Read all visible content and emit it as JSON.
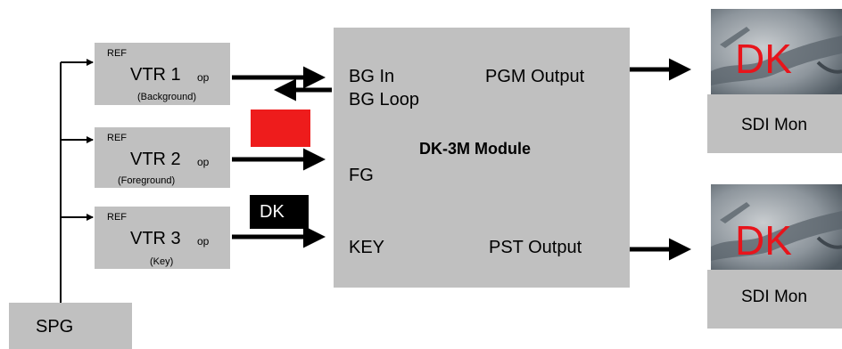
{
  "vtrs": [
    {
      "ref": "REF",
      "name": "VTR 1",
      "op": "op",
      "sub": "(Background)"
    },
    {
      "ref": "REF",
      "name": "VTR 2",
      "op": "op",
      "sub": "(Foreground)"
    },
    {
      "ref": "REF",
      "name": "VTR 3",
      "op": "op",
      "sub": "(Key)"
    }
  ],
  "spg": {
    "label": "SPG"
  },
  "module": {
    "title": "DK-3M Module",
    "bg_in": "BG In",
    "bg_loop": "BG Loop",
    "fg": "FG",
    "key": "KEY",
    "pgm_output": "PGM Output",
    "pst_output": "PST Output"
  },
  "key_signal": {
    "label": "DK"
  },
  "monitors": [
    {
      "overlay": "DK",
      "label": "SDI Mon"
    },
    {
      "overlay": "DK",
      "label": "SDI Mon"
    }
  ],
  "colors": {
    "box": "#c0c0c0",
    "fg_signal": "#ee1c1c",
    "key_signal_bg": "#000000",
    "overlay_text": "#e8141b"
  }
}
